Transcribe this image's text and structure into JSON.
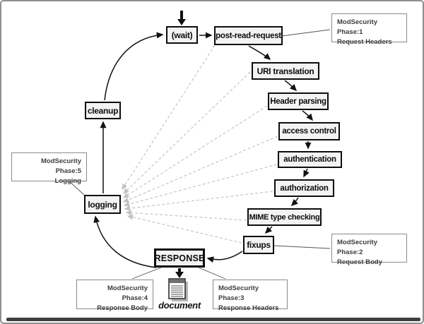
{
  "diagram": {
    "nodes": {
      "wait": "(wait)",
      "post_read_request": "post-read-request",
      "uri_translation": "URI translation",
      "header_parsing": "Header parsing",
      "access_control": "access control",
      "authentication": "authentication",
      "authorization": "authorization",
      "mime_type_checking": "MIME type checking",
      "fixups": "fixups",
      "response": "RESPONSE",
      "logging": "logging",
      "cleanup": "cleanup"
    },
    "callouts": {
      "phase1": {
        "title": "ModSecurity Phase:1",
        "subtitle": "Request Headers"
      },
      "phase2": {
        "title": "ModSecurity Phase:2",
        "subtitle": "Request Body"
      },
      "phase3": {
        "title": "ModSecurity Phase:3",
        "subtitle": "Response Headers"
      },
      "phase4": {
        "title": "ModSecurity Phase:4",
        "subtitle": "Response Body"
      },
      "phase5": {
        "title": "ModSecurity Phase:5",
        "subtitle": "Logging"
      }
    },
    "document_label": "document",
    "colors": {
      "node_border": "#0d0d0d",
      "node_fill": "#f3f3f3",
      "callout_border": "#8a8a8a",
      "callout_text": "#3d3d3d",
      "dashed_line": "#c9c9c9",
      "frame_border": "#8f8f8f"
    }
  }
}
